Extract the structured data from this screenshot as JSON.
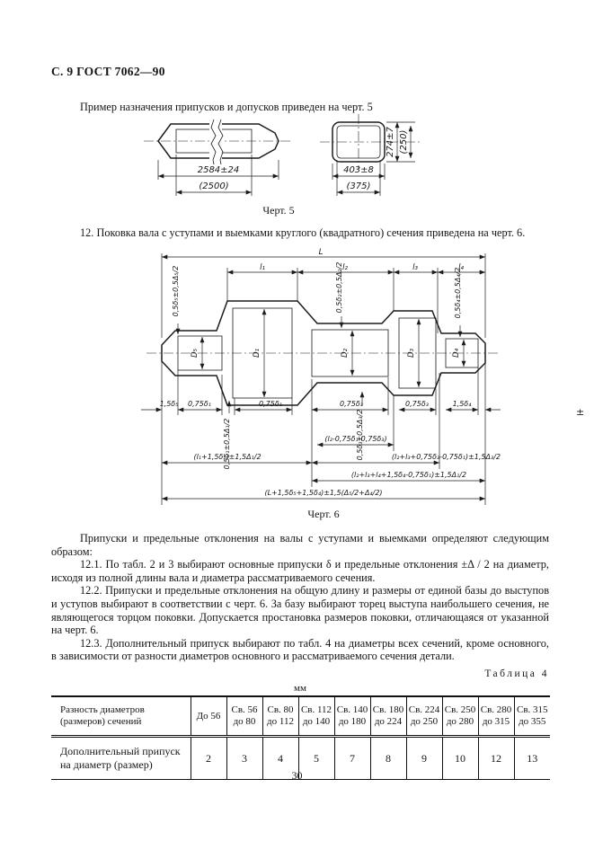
{
  "page": {
    "header": "С. 9 ГОСТ 7062—90",
    "page_number": "30",
    "stray_mark": "±"
  },
  "intro": "Пример назначения припусков и допусков приведен на черт. 5",
  "fig5": {
    "caption": "Черт. 5",
    "bar_length_forging": "2584±24",
    "bar_length_detail": "(2500)",
    "section_width_forging": "403±8",
    "section_width_detail": "(375)",
    "section_height_forging": "274±7",
    "section_height_detail": "(250)"
  },
  "section12": "12. Поковка вала с уступами и выемками круглого (квадратного) сечения приведена на черт. 6.",
  "fig6": {
    "caption": "Черт. 6",
    "total_length": "L",
    "lengths": [
      "l₁",
      "l₂",
      "l₃",
      "l₄"
    ],
    "diameters": [
      "D₅",
      "D₁",
      "D₂",
      "D₃",
      "D₄"
    ],
    "radial_top": [
      "0,5δ₅±0,5Δ₅/2",
      "0,5δ₂±0,5Δ₂/2",
      "0,5δ₄±0,5Δ₄/2"
    ],
    "radial_bottom": [
      "0,5δ₁±0,5Δ₁/2",
      "0,5δ₃±0,5Δ₃/2"
    ],
    "axial": [
      "1,5δ₅",
      "0,75δ₁",
      "0,75δ₁",
      "0,75δ₃",
      "0,75δ₃",
      "1,5δ₄"
    ],
    "formulas": [
      "(l₂-0,75δ₁-0,75δ₃)",
      "(l₁+1,5δ₅)±1,5Δ₁/2",
      "(l₂+l₃+0,75δ₃-0,75δ₁)±1,5Δ₃/2",
      "(l₂+l₃+l₄+1,5δ₄-0,75δ₁)±1,5Δ₁/2",
      "(L+1,5δ₅+1,5δ₄)±1,5(Δ₅/2+Δ₄/2)"
    ]
  },
  "body": {
    "paragraphs": [
      "Припуски и предельные отклонения на валы с уступами и выемками определяют следующим образом:",
      "12.1. По табл. 2 и 3 выбирают основные припуски δ и предельные отклонения ±Δ / 2 на диаметр, исходя из полной длины вала и диаметра рассматриваемого сечения.",
      "12.2. Припуски и предельные отклонения на общую длину и размеры от единой базы до выступов и уступов выбирают в соответствии с черт. 6. За базу выбирают торец выступа наибольшего сечения, не являющегося торцом поковки. Допускается простановка размеров поковки, отличающаяся от указанной на черт. 6.",
      "12.3. Дополнительный припуск выбирают по табл. 4 на диаметры всех сечений, кроме основного, в зависимости от разности диаметров основного и рассматриваемого сечения детали."
    ]
  },
  "table4": {
    "label": "Таблица 4",
    "unit": "мм",
    "row_header_l1": "Разность диаметров",
    "row_header_l2": "(размеров) сечений",
    "row_label_l1": "Дополнительный припуск",
    "row_label_l2": "на диаметр (размер)",
    "columns": [
      {
        "l1": "До 56",
        "l2": ""
      },
      {
        "l1": "Св. 56",
        "l2": "до 80"
      },
      {
        "l1": "Св. 80",
        "l2": "до 112"
      },
      {
        "l1": "Св. 112",
        "l2": "до 140"
      },
      {
        "l1": "Св. 140",
        "l2": "до 180"
      },
      {
        "l1": "Св. 180",
        "l2": "до 224"
      },
      {
        "l1": "Св. 224",
        "l2": "до 250"
      },
      {
        "l1": "Св. 250",
        "l2": "до 280"
      },
      {
        "l1": "Св. 280",
        "l2": "до 315"
      },
      {
        "l1": "Св. 315",
        "l2": "до 355"
      }
    ],
    "values": [
      "2",
      "3",
      "4",
      "5",
      "7",
      "8",
      "9",
      "10",
      "12",
      "13"
    ]
  }
}
